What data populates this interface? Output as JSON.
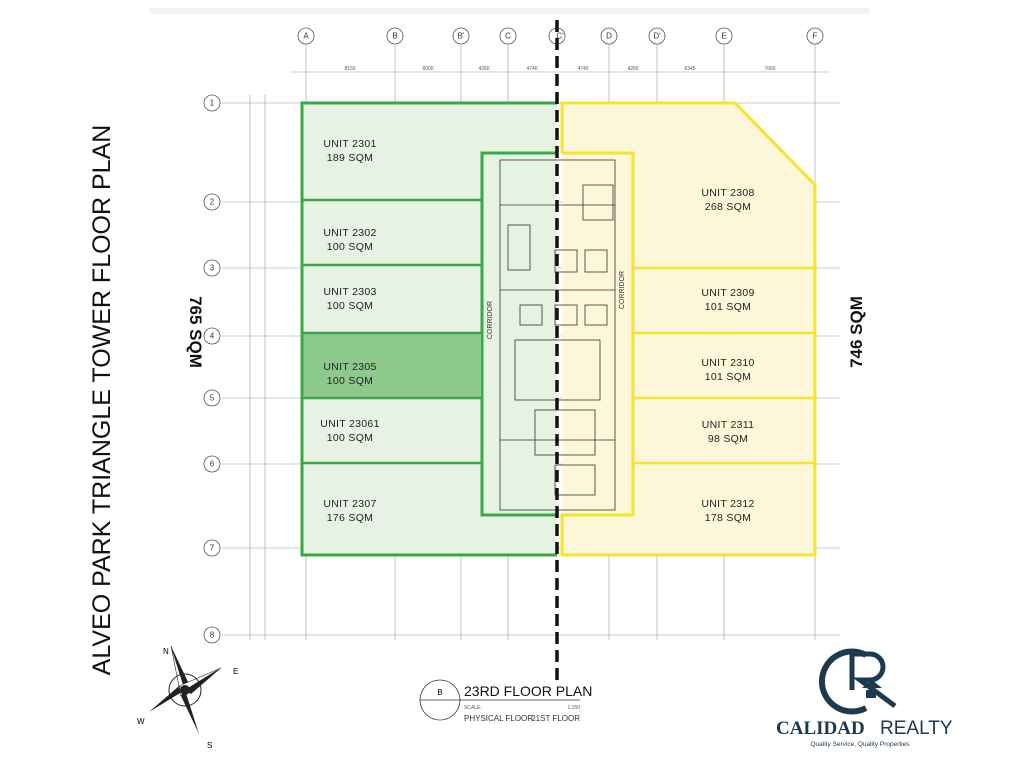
{
  "title": "ALVEO PARK TRIANGLE TOWER FLOOR PLAN",
  "left_total": "765 SQM",
  "right_total": "746 SQM",
  "grid_columns": [
    "A",
    "B",
    "B'",
    "C",
    "C'",
    "D",
    "D'",
    "E",
    "F"
  ],
  "grid_rows": [
    "1",
    "2",
    "3",
    "4",
    "5",
    "6",
    "7",
    "8"
  ],
  "dimensions": [
    "8150",
    "6000",
    "4260",
    "4740",
    "4740",
    "4260",
    "6345",
    "7665"
  ],
  "corridor_label": "CORRIDOR",
  "colors": {
    "left_wing": "#3aa847",
    "left_fill": "#e6f2e2",
    "highlight_fill": "#8cc98a",
    "right_wing": "#f4e52a",
    "right_fill": "#fbf7d8",
    "brand": "#1c3a4f"
  },
  "left_units": [
    {
      "name": "UNIT 2301",
      "area": "189 SQM"
    },
    {
      "name": "UNIT 2302",
      "area": "100 SQM"
    },
    {
      "name": "UNIT 2303",
      "area": "100 SQM"
    },
    {
      "name": "UNIT 2305",
      "area": "100 SQM",
      "highlighted": true
    },
    {
      "name": "UNIT 23061",
      "area": "100 SQM"
    },
    {
      "name": "UNIT 2307",
      "area": "176 SQM"
    }
  ],
  "right_units": [
    {
      "name": "UNIT 2308",
      "area": "268 SQM"
    },
    {
      "name": "UNIT 2309",
      "area": "101 SQM"
    },
    {
      "name": "UNIT 2310",
      "area": "101 SQM"
    },
    {
      "name": "UNIT 2311",
      "area": "98 SQM"
    },
    {
      "name": "UNIT 2312",
      "area": "178 SQM"
    }
  ],
  "plan_label": {
    "bubble": "B",
    "title": "23RD FLOOR PLAN",
    "scale_label": "SCALE:",
    "scale_value": "1:150",
    "physical_label": "PHYSICAL FLOOR",
    "physical_value": "21ST FLOOR"
  },
  "compass": {
    "n": "N",
    "e": "E",
    "s": "S",
    "w": "W"
  },
  "logo": {
    "brand_bold": "CALIDAD",
    "brand_light": "REALTY",
    "tagline": "Quality Service, Quality Properties"
  }
}
